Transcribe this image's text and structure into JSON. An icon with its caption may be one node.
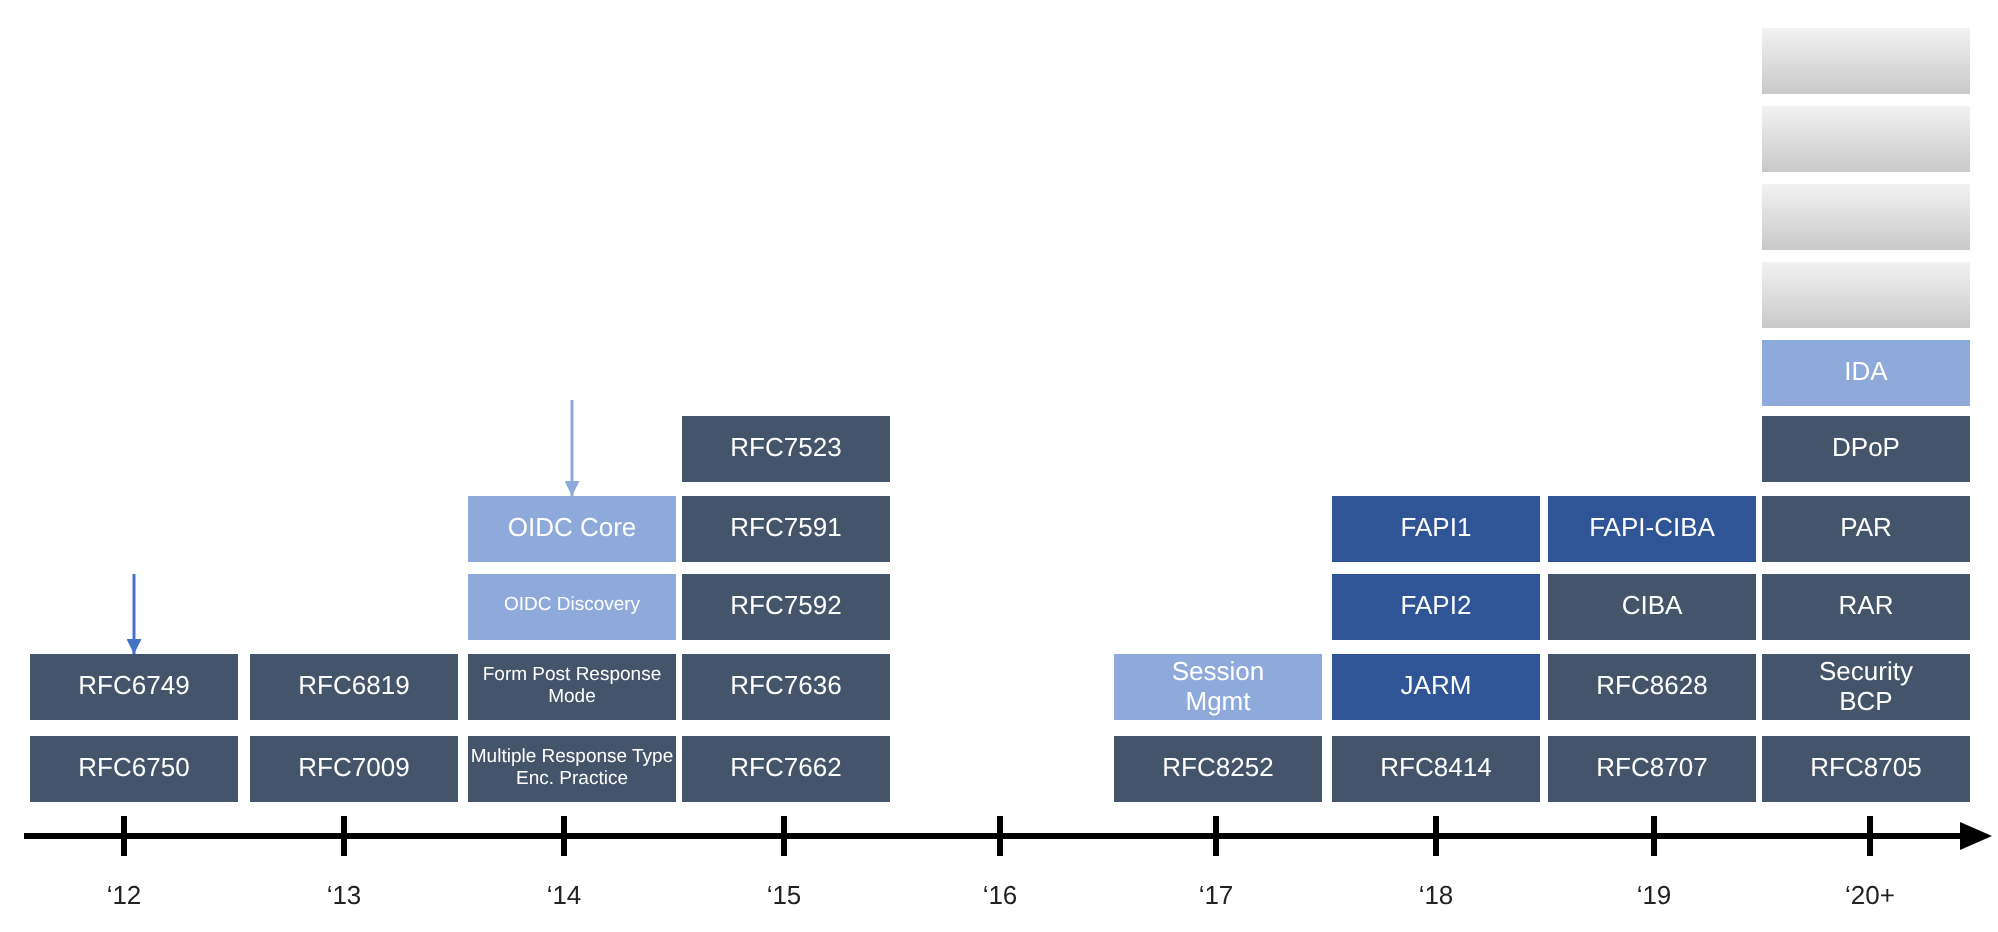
{
  "diagram": {
    "nodes": [
      {
        "text": [
          "RFC6749"
        ]
      },
      {
        "text": [
          "RFC6750"
        ]
      },
      {
        "text": [
          "RFC6819"
        ]
      },
      {
        "text": [
          "RFC7009"
        ]
      },
      {
        "text": [
          "OIDC Core"
        ]
      },
      {
        "text": [
          "OIDC Discovery"
        ]
      },
      {
        "text": [
          "Form Post Response Mode"
        ]
      },
      {
        "text": [
          "Multiple Response Type Enc. Practice"
        ]
      },
      {
        "text": [
          "RFC7523"
        ]
      },
      {
        "text": [
          "RFC7591"
        ]
      },
      {
        "text": [
          "RFC7592"
        ]
      },
      {
        "text": [
          "RFC7636"
        ]
      },
      {
        "text": [
          "RFC7662"
        ]
      },
      {
        "text": [
          "Session Mgmt"
        ]
      },
      {
        "text": [
          "RFC8252"
        ]
      },
      {
        "text": [
          "FAPI1"
        ]
      },
      {
        "text": [
          "FAPI2"
        ]
      },
      {
        "text": [
          "JARM"
        ]
      },
      {
        "text": [
          "RFC8414"
        ]
      },
      {
        "text": [
          "FAPI-CIBA"
        ]
      },
      {
        "text": [
          "CIBA"
        ]
      },
      {
        "text": [
          "RFC8628"
        ]
      },
      {
        "text": [
          "RFC8707"
        ]
      },
      {
        "text": [],
        "shape": "box"
      },
      {
        "text": [],
        "shape": "box"
      },
      {
        "text": [],
        "shape": "box"
      },
      {
        "text": [],
        "shape": "box"
      },
      {
        "text": [
          "IDA"
        ]
      },
      {
        "text": [
          "DPoP"
        ]
      },
      {
        "text": [
          "PAR"
        ]
      },
      {
        "text": [
          "RAR"
        ]
      },
      {
        "text": [
          "Security BCP"
        ]
      },
      {
        "text": [
          "RFC8705"
        ]
      }
    ],
    "edges": [
      {
        "from": null,
        "to": 0,
        "arrow": "to",
        "color": "#4472c4"
      },
      {
        "from": null,
        "to": 4,
        "arrow": "to",
        "color": "#8eaadb"
      }
    ],
    "labels": [
      "‘12",
      "‘13",
      "‘14",
      "‘15",
      "‘16",
      "‘17",
      "‘18",
      "‘19",
      "‘20+"
    ]
  }
}
